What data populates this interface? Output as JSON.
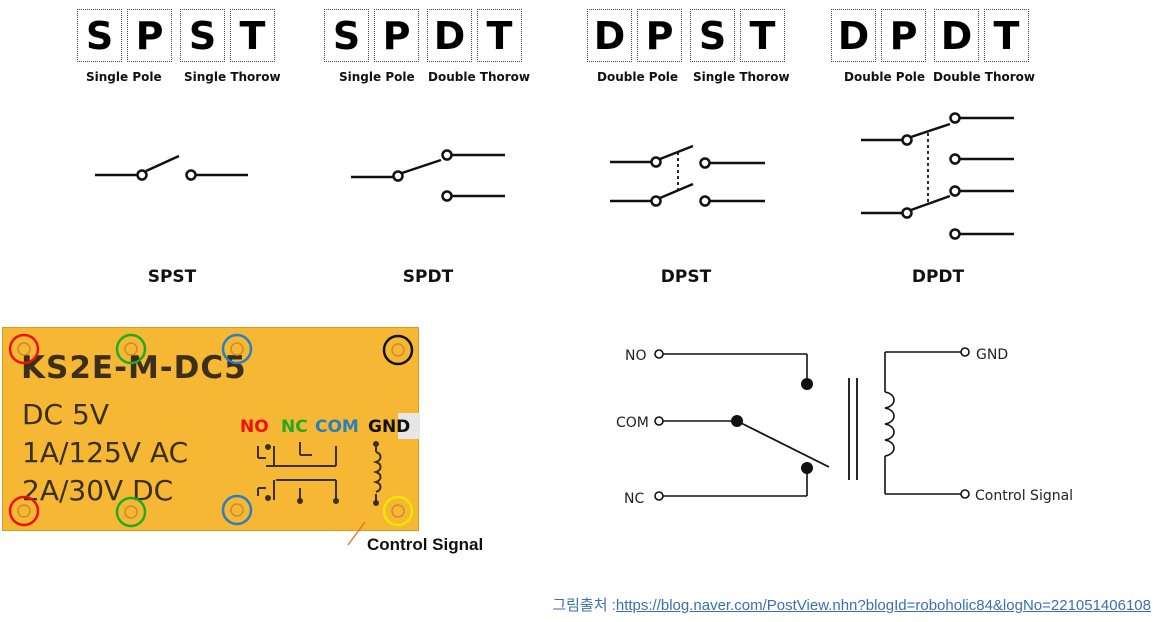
{
  "switch_types": [
    {
      "letters": [
        "S",
        "P",
        "S",
        "T"
      ],
      "cap1": "Single Pole",
      "cap2": "Single Thorow",
      "name": "SPST"
    },
    {
      "letters": [
        "S",
        "P",
        "D",
        "T"
      ],
      "cap1": "Single Pole",
      "cap2": "Double Thorow",
      "name": "SPDT"
    },
    {
      "letters": [
        "D",
        "P",
        "S",
        "T"
      ],
      "cap1": "Double Pole",
      "cap2": "Single Thorow",
      "name": "DPST"
    },
    {
      "letters": [
        "D",
        "P",
        "D",
        "T"
      ],
      "cap1": "Double Pole",
      "cap2": "Double Thorow",
      "name": "DPDT"
    }
  ],
  "relay": {
    "model": "KS2E-M-DC5",
    "spec1": "DC 5V",
    "spec2": "1A/125V AC",
    "spec3": "2A/30V DC",
    "pins": {
      "no": "NO",
      "nc": "NC",
      "com": "COM",
      "gnd": "GND"
    },
    "control_label": "Control Signal",
    "colors": {
      "no": "#ee1111",
      "nc": "#22aa22",
      "com": "#2a7fc1",
      "gnd": "#111111",
      "control": "#f2e600"
    }
  },
  "schematic": {
    "no": "NO",
    "com": "COM",
    "nc": "NC",
    "gnd": "GND",
    "control": "Control Signal"
  },
  "source": {
    "prefix": "그림출처 :",
    "url": "https://blog.naver.com/PostView.nhn?blogId=roboholic84&logNo=221051406108"
  }
}
